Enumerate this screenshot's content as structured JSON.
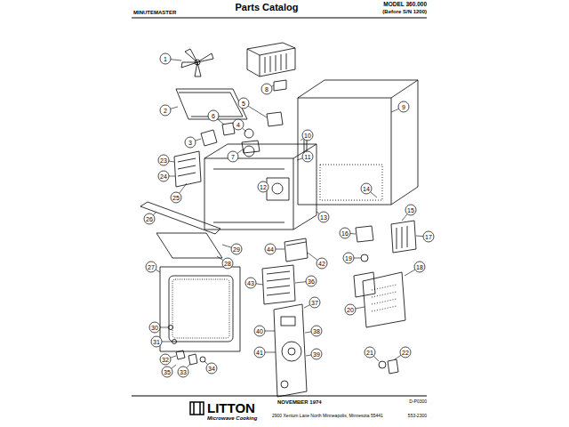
{
  "diagram": {
    "title": "Parts Catalog",
    "labels": [
      "MINUTEMASTER",
      "MODEL 360.000",
      "(Before S/N 1200)",
      "LITTON",
      "Microwave Cooking",
      "NOVEMBER 1974",
      "2900 Xenium Lane North Minneapolis, Minnesota 55441",
      "553-2300",
      "D-P0300",
      "1",
      "2",
      "3",
      "4",
      "5",
      "6",
      "7",
      "8",
      "9",
      "10",
      "11",
      "12",
      "13",
      "14",
      "15",
      "16",
      "17",
      "18",
      "19",
      "20",
      "21",
      "22",
      "23",
      "24",
      "25",
      "26",
      "27",
      "28",
      "29",
      "30",
      "31",
      "32",
      "33",
      "34",
      "35",
      "36",
      "37",
      "38",
      "39",
      "40",
      "41",
      "42",
      "43",
      "44"
    ]
  }
}
